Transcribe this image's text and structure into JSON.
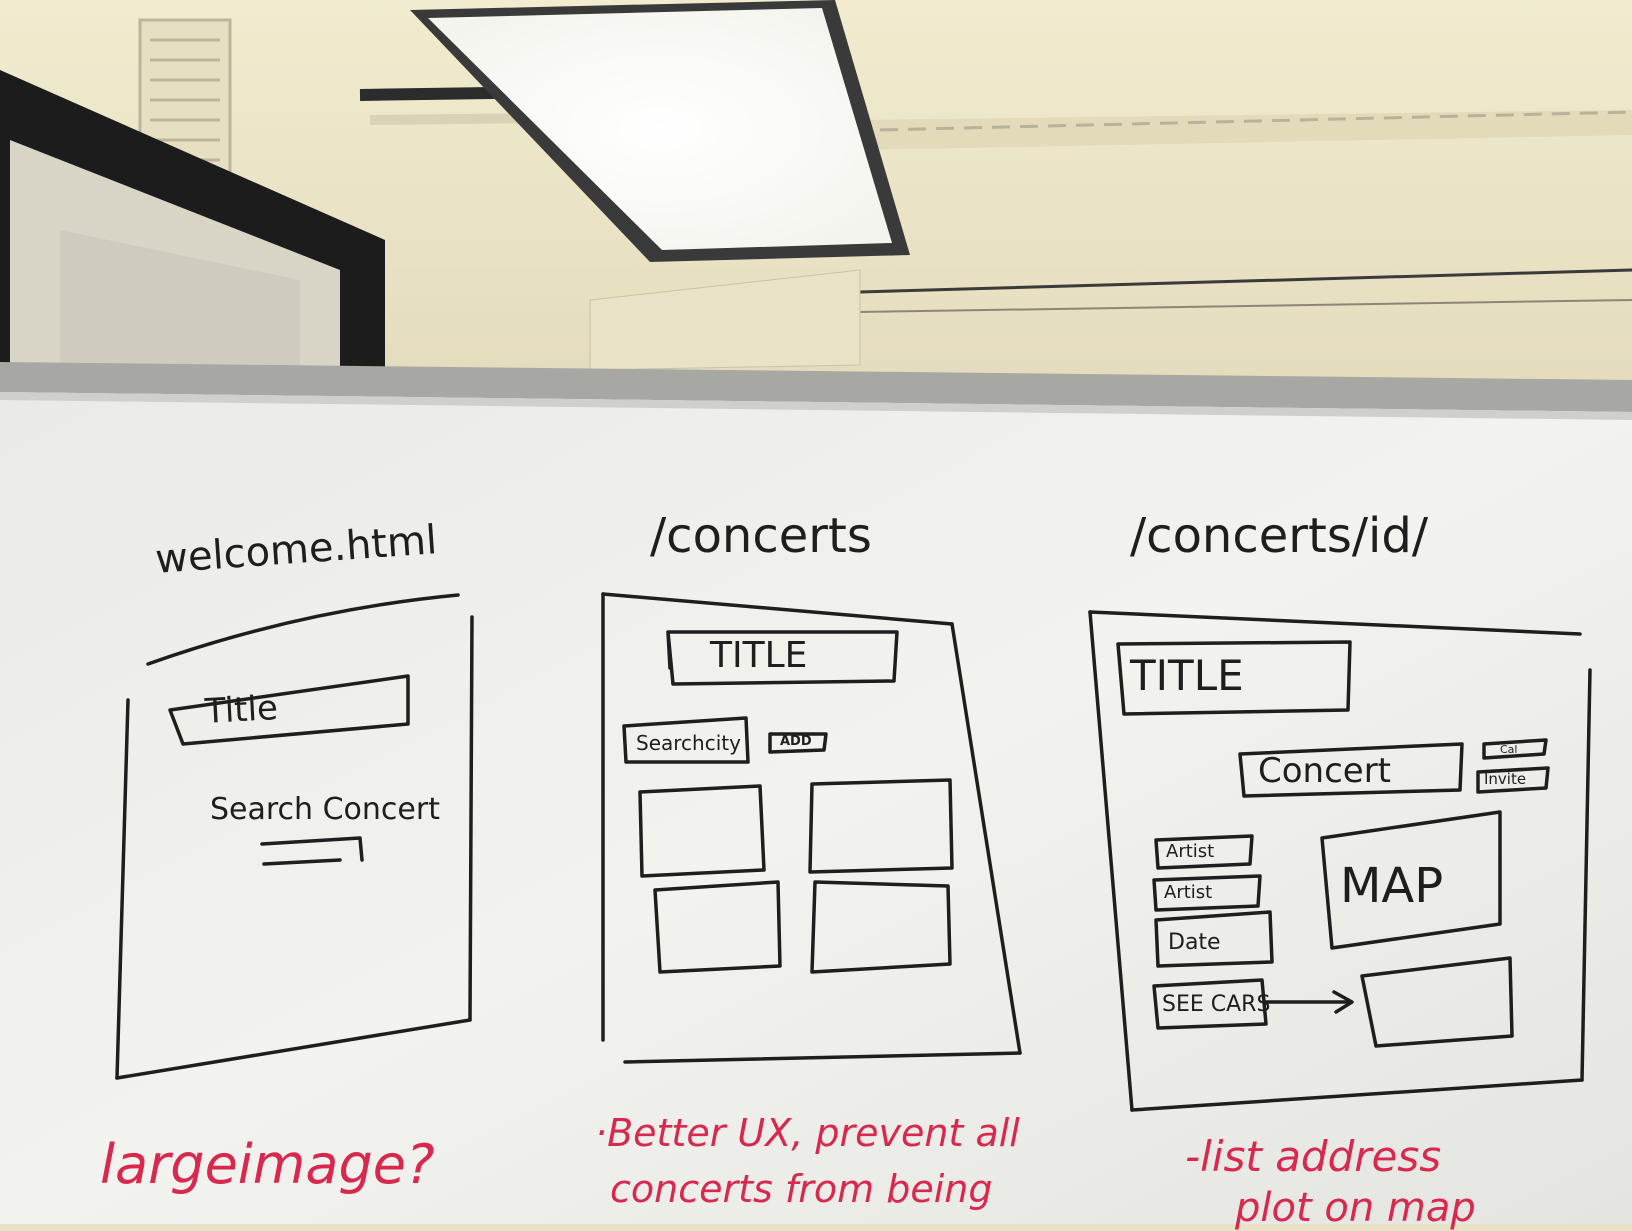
{
  "photo": {
    "ceiling_color": "#ece5c9",
    "whiteboard_color": "#efefed",
    "marker_black": "#1e1e1e",
    "marker_red": "#d8284e"
  },
  "wireframes": [
    {
      "heading": "welcome.html",
      "elements": {
        "title_label": "Title",
        "search_label": "Search Concert"
      },
      "note": [
        "largeimage?"
      ]
    },
    {
      "heading": "/concerts",
      "elements": {
        "title_label": "TITLE",
        "search_label": "Searchcity",
        "button_label": "ADD"
      },
      "note": [
        "·Better UX, prevent all",
        "concerts from being"
      ]
    },
    {
      "heading": "/concerts/id/",
      "elements": {
        "title_label": "TITLE",
        "concert_label": "Concert",
        "side_tag_1": "Cal",
        "side_tag_2": "Invite",
        "artist_tag_1": "Artist",
        "artist_tag_2": "Artist",
        "date_tag": "Date",
        "see_more_tag": "SEE CARS",
        "map_label": "MAP"
      },
      "note": [
        "-list address",
        "plot on map"
      ]
    }
  ]
}
